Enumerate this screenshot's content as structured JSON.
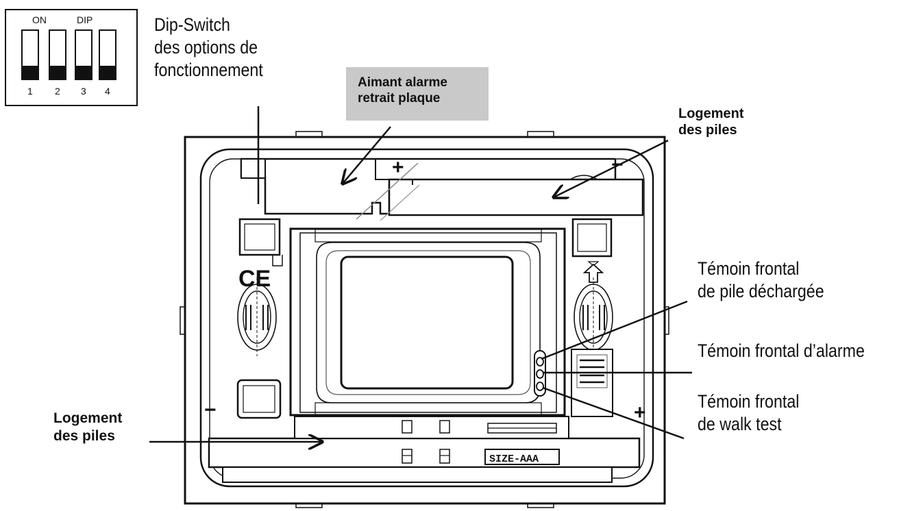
{
  "dip_switch": {
    "on_label": "ON",
    "dip_label": "DIP",
    "numbers": [
      "1",
      "2",
      "3",
      "4"
    ]
  },
  "callouts": {
    "dip_switch": [
      "Dip-Switch",
      "des options de",
      "fonctionnement"
    ],
    "magnet": [
      "Aimant alarme",
      "retrait plaque"
    ],
    "battery_top": [
      "Logement",
      "des piles"
    ],
    "battery_bottom": [
      "Logement",
      "des piles"
    ],
    "led_low_battery": [
      "Témoin frontal",
      "de pile déchargée"
    ],
    "led_alarm": [
      "Témoin frontal d’alarme"
    ],
    "led_walk_test": [
      "Témoin frontal",
      "de walk test"
    ]
  },
  "device": {
    "ce_mark": "CE",
    "battery_size": "SIZE-AAA",
    "plus": "+",
    "minus": "−"
  },
  "colors": {
    "line": "#111111",
    "highlight_box": "#c9c9c9",
    "background": "#ffffff"
  }
}
